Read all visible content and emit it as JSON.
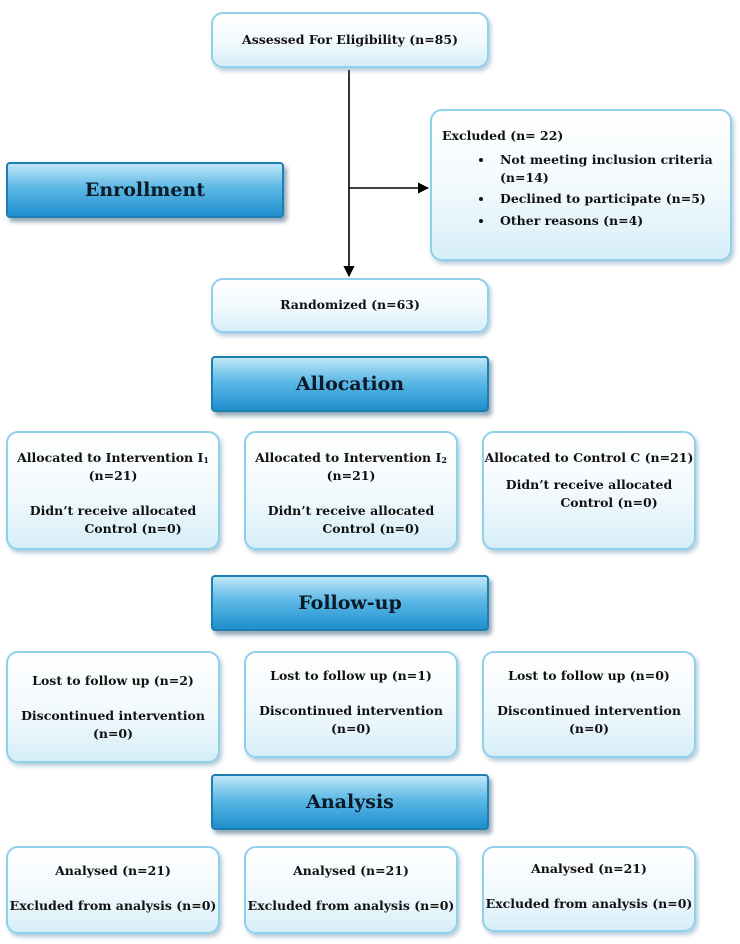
{
  "top": {
    "assessed": "Assessed For Eligibility (n=85)",
    "randomized": "Randomized (n=63)"
  },
  "excluded": {
    "title": "Excluded (n= 22)",
    "items": [
      "Not meeting inclusion criteria (n=14)",
      "Declined to participate (n=5)",
      "Other reasons (n=4)"
    ]
  },
  "stages": {
    "enrollment": "Enrollment",
    "allocation": "Allocation",
    "followup": "Follow-up",
    "analysis": "Analysis"
  },
  "allocation": [
    {
      "title": "Allocated to Intervention I",
      "subscript": "1",
      "count": "(n=21)",
      "note1": "Didn’t receive allocated",
      "note2": "Control (n=0)"
    },
    {
      "title": "Allocated to Intervention I",
      "subscript": "2",
      "count": "(n=21)",
      "note1": "Didn’t receive allocated",
      "note2": "Control (n=0)"
    },
    {
      "title": "Allocated to Control C (n=21)",
      "note1": "Didn’t receive allocated",
      "note2": "Control (n=0)"
    }
  ],
  "followup": [
    {
      "lost": "Lost to follow up (n=2)",
      "disc": "Discontinued intervention",
      "disc_n": "(n=0)"
    },
    {
      "lost": "Lost to follow up (n=1)",
      "disc": "Discontinued intervention",
      "disc_n": "(n=0)"
    },
    {
      "lost": "Lost to follow up (n=0)",
      "disc": "Discontinued intervention",
      "disc_n": "(n=0)"
    }
  ],
  "analysis": [
    {
      "analysed": "Analysed (n=21)",
      "excluded": "Excluded from analysis (n=0)"
    },
    {
      "analysed": "Analysed (n=21)",
      "excluded": "Excluded from analysis (n=0)"
    },
    {
      "analysed": "Analysed (n=21)",
      "excluded": "Excluded from analysis (n=0)"
    }
  ],
  "colors": {
    "box_border": "#8fd0ea",
    "header_fill": "#1f8fcf",
    "arrow": "#000000"
  }
}
